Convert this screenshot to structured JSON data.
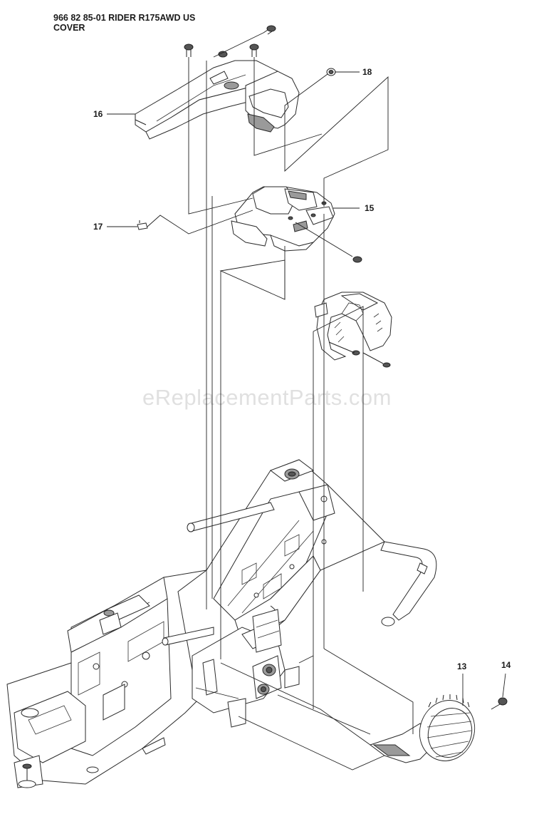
{
  "header": {
    "line1": "966 82 85-01 RIDER R175AWD US",
    "line2": "COVER"
  },
  "callouts": {
    "c13": "13",
    "c14": "14",
    "c15": "15",
    "c16": "16",
    "c17": "17",
    "c18": "18"
  },
  "watermark": "eReplacementParts.com"
}
